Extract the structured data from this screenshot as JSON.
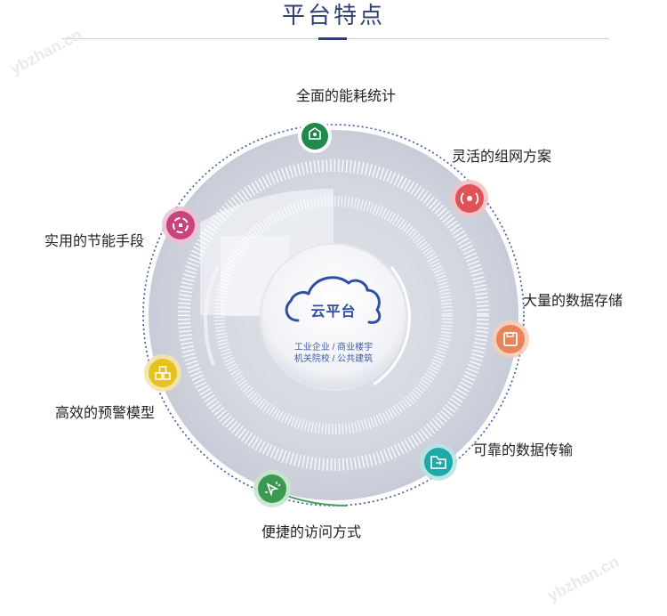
{
  "header": {
    "title": "平台特点"
  },
  "center": {
    "label": "云平台",
    "line1": "工业企业 / 商业楼宇",
    "line2": "机关院校 / 公共建筑"
  },
  "features": [
    {
      "label": "全面的能耗统计",
      "icon": "energy-chart-icon",
      "color": "#1f8a4c"
    },
    {
      "label": "灵活的组网方案",
      "icon": "signal-icon",
      "color": "#e05257"
    },
    {
      "label": "大量的数据存储",
      "icon": "save-disk-icon",
      "color": "#e8835a"
    },
    {
      "label": "可靠的数据传输",
      "icon": "folder-transfer-icon",
      "color": "#1ea8a8"
    },
    {
      "label": "便捷的访问方式",
      "icon": "cursor-click-icon",
      "color": "#3a9a52"
    },
    {
      "label": "高效的预警模型",
      "icon": "cubes-icon",
      "color": "#e6c21f"
    },
    {
      "label": "实用的节能手段",
      "icon": "recycle-icon",
      "color": "#c9447a"
    }
  ],
  "watermark": {
    "text": "ybzhan.cn"
  }
}
